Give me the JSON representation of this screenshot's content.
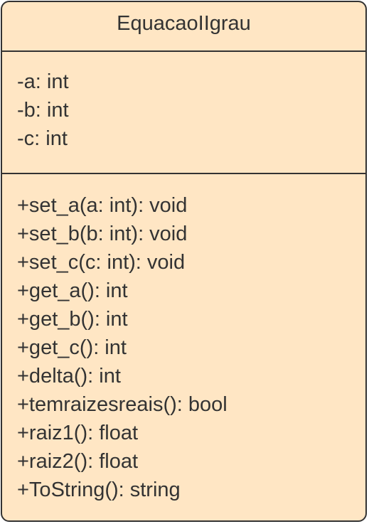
{
  "class_name": "EquacaoIIgrau",
  "attributes": [
    "-a: int",
    "-b: int",
    "-c: int"
  ],
  "operations": [
    "+set_a(a: int): void",
    "+set_b(b: int): void",
    "+set_c(c: int): void",
    "+get_a(): int",
    "+get_b(): int",
    "+get_c(): int",
    "+delta(): int",
    "+temraizesreais(): bool",
    "+raiz1(): float",
    "+raiz2(): float",
    "+ToString(): string"
  ],
  "colors": {
    "fill": "#ffe6c4",
    "stroke": "#333333",
    "text": "#333333"
  }
}
